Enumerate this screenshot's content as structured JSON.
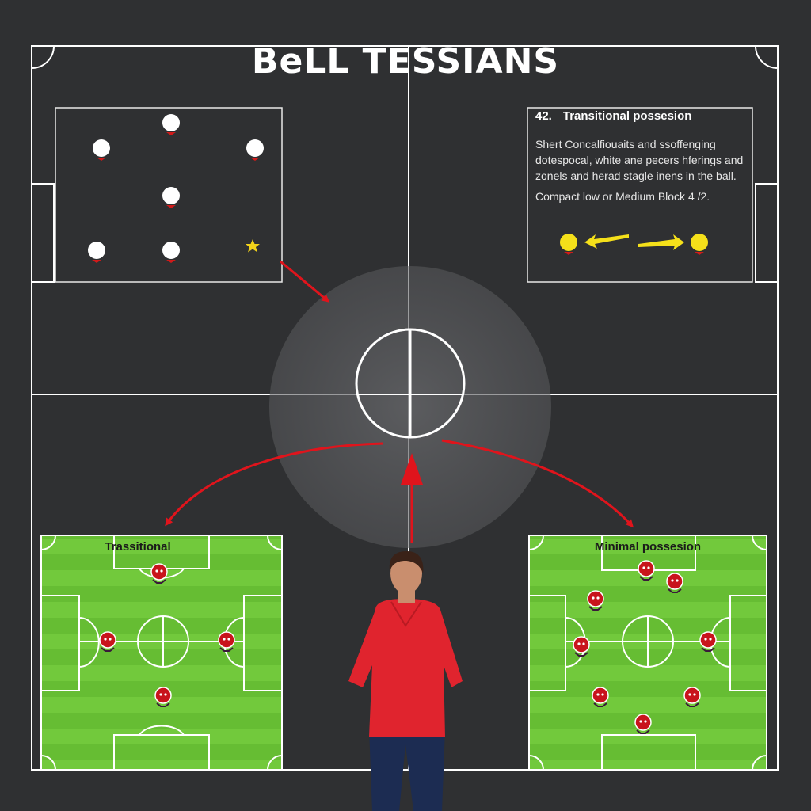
{
  "header": {
    "title": "BeLL TESSIANS"
  },
  "info_panel": {
    "number": "42.",
    "heading": "Transitional possesion",
    "body": "Shert Concalfiouaits and ssoffenging dotespocal, white ane pecers hferings and zonels and herad stagle inens in the ball.",
    "block": "Compact low or Medium Block 4 /2."
  },
  "pitches": {
    "left_label": "Trassitional",
    "right_label": "Minimal possesion"
  },
  "icons": {
    "star": "star-icon",
    "coach": "coach-figure",
    "player": "player-token-icon"
  },
  "colors": {
    "background": "#2f3032",
    "pitch_green": "#6cc437",
    "arrow_red": "#e0141c",
    "ball_yellow": "#f5e01a",
    "coach_shirt": "#e0242e"
  }
}
